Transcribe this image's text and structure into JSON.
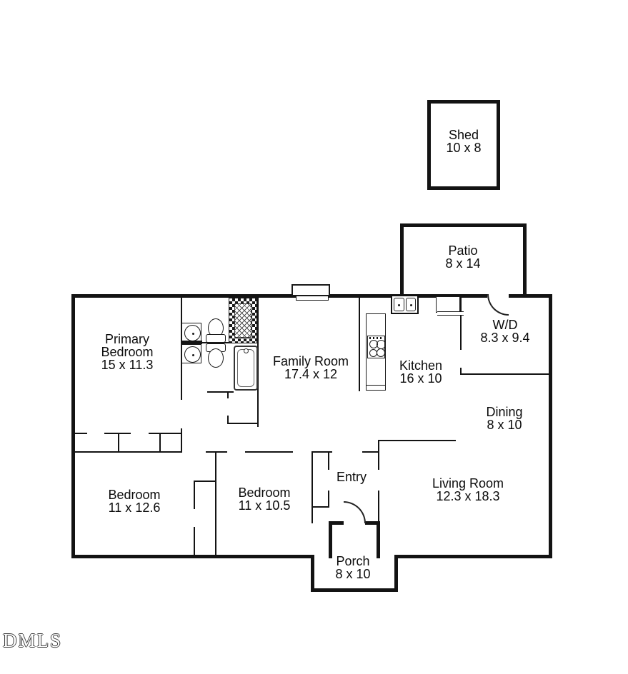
{
  "watermark": "DMLS",
  "rooms": {
    "shed": {
      "name": "Shed",
      "dims": "10 x 8"
    },
    "patio": {
      "name": "Patio",
      "dims": "8 x 14"
    },
    "wd": {
      "name": "W/D",
      "dims": "8.3 x 9.4"
    },
    "family_room": {
      "name": "Family Room",
      "dims": "17.4 x 12"
    },
    "kitchen": {
      "name": "Kitchen",
      "dims": "16 x 10"
    },
    "primary_bedroom": {
      "name_line1": "Primary",
      "name_line2": "Bedroom",
      "dims": "15 x 11.3"
    },
    "dining": {
      "name": "Dining",
      "dims": "8 x 10"
    },
    "living_room": {
      "name": "Living Room",
      "dims": "12.3 x 18.3"
    },
    "entry": {
      "name": "Entry"
    },
    "bedroom_left": {
      "name": "Bedroom",
      "dims": "11 x 12.6"
    },
    "bedroom_middle": {
      "name": "Bedroom",
      "dims": "11 x 10.5"
    },
    "porch": {
      "name": "Porch",
      "dims": "8 x 10"
    }
  },
  "colors": {
    "wall": "#131313",
    "background": "#ffffff"
  }
}
